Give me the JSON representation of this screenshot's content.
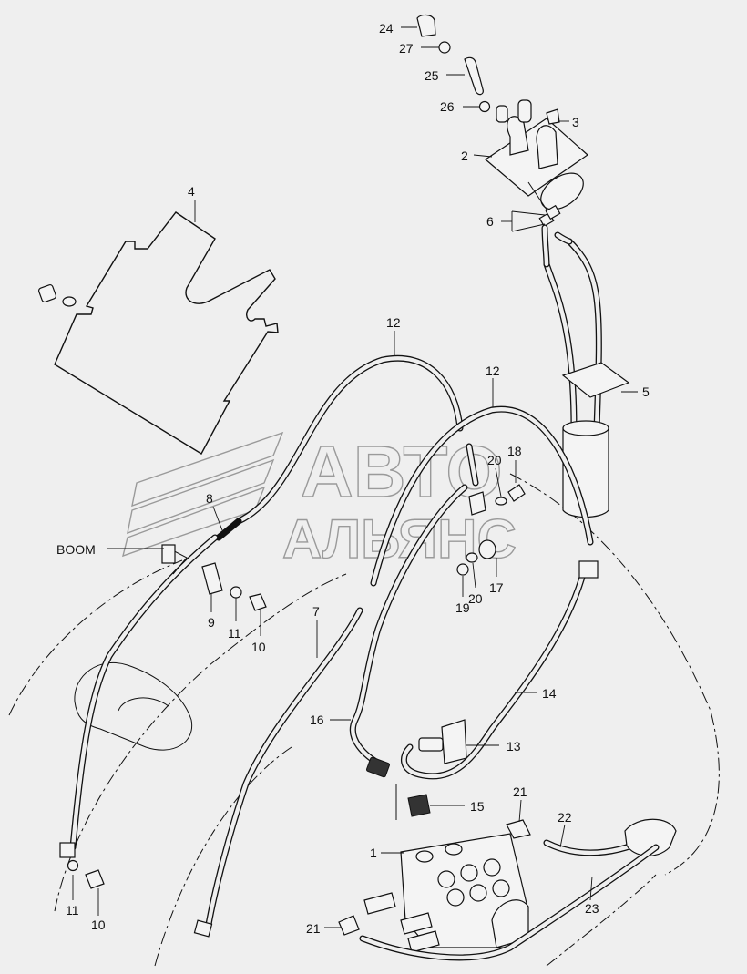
{
  "callouts": {
    "c24": "24",
    "c27": "27",
    "c25": "25",
    "c26": "26",
    "c3": "3",
    "c2": "2",
    "c4": "4",
    "c6": "6",
    "c12a": "12",
    "c12b": "12",
    "c5": "5",
    "c18": "18",
    "c20a": "20",
    "c8": "8",
    "boom": "BOOM",
    "c9": "9",
    "c11a": "11",
    "c10a": "10",
    "c19": "19",
    "c20b": "20",
    "c17": "17",
    "c7": "7",
    "c14": "14",
    "c16": "16",
    "c13": "13",
    "c21a": "21",
    "c15": "15",
    "c22": "22",
    "c1": "1",
    "c23": "23",
    "c11b": "11",
    "c10b": "10",
    "c21b": "21"
  },
  "watermark": {
    "line1": "АВТО",
    "line2": "АЛЬЯНС"
  },
  "colors": {
    "background": "#efefef",
    "ink": "#111111",
    "watermark": "#9a9a9a"
  }
}
